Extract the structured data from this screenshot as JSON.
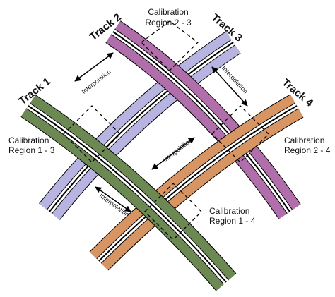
{
  "tracks": [
    {
      "label": "Track 1",
      "color": "#7fa062"
    },
    {
      "label": "Track 2",
      "color": "#b7b4e2"
    },
    {
      "label": "Track 3",
      "color": "#c37bbd"
    },
    {
      "label": "Track 4",
      "color": "#f0a56f"
    }
  ],
  "calibration_regions": [
    {
      "line1": "Calibration",
      "line2": "Region 2 - 3"
    },
    {
      "line1": "Calibration",
      "line2": "Region 1 - 3"
    },
    {
      "line1": "Calibration",
      "line2": "Region 2 - 4"
    },
    {
      "line1": "Calibration",
      "line2": "Region 1 - 4"
    }
  ],
  "interpolation_labels": [
    {
      "text": "Interpolation"
    },
    {
      "text": "Interpolation"
    },
    {
      "text": "Interpolation"
    },
    {
      "text": "Interpolation"
    }
  ],
  "colors": {
    "outline": "#000000",
    "background": "#ffffff",
    "dashed": "#000000"
  }
}
